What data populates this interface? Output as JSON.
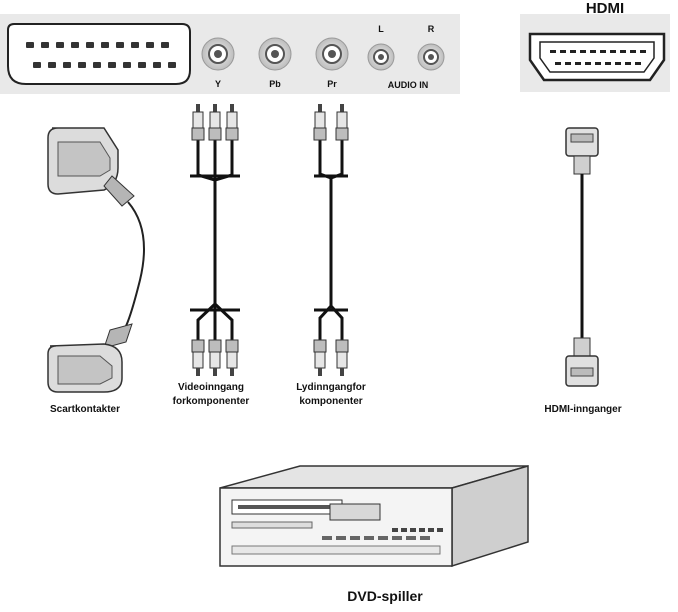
{
  "panel": {
    "hdmi_title": "HDMI",
    "jacks": {
      "y": "Y",
      "pb": "Pb",
      "pr": "Pr",
      "audio_left": "L",
      "audio_right": "R",
      "audio_in": "AUDIO IN"
    }
  },
  "cables": {
    "scart": "Scartkontakter",
    "component_video_line1": "Videoinngang",
    "component_video_line2": "forkomponenter",
    "component_audio_line1": "Lydinngangfor",
    "component_audio_line2": "komponenter",
    "hdmi": "HDMI-innganger"
  },
  "device": {
    "name": "DVD-spiller"
  }
}
